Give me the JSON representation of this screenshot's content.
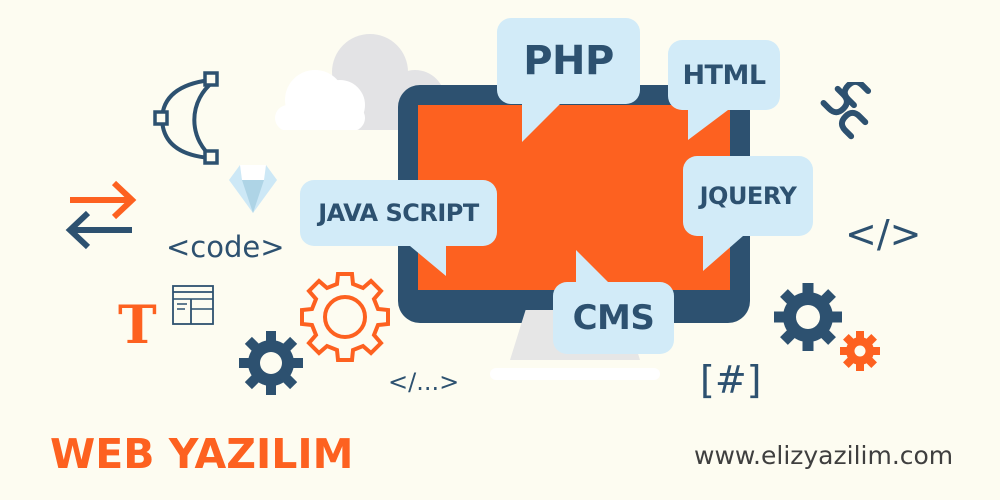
{
  "banner": {
    "title": "WEB YAZILIM",
    "website": "www.elizyazilim.com",
    "colors": {
      "background": "#fdfcf1",
      "navy": "#2d5170",
      "orange": "#fd6120",
      "bubble": "#d2ebf8",
      "cloud_gray": "#e3e3e5",
      "stand": "#e8e8e8"
    }
  },
  "bubbles": {
    "php": "PHP",
    "html": "HTML",
    "javascript": "JAVA SCRIPT",
    "jquery": "JQUERY",
    "cms": "CMS"
  },
  "decor": {
    "code_tag": "<code>",
    "close_tag": "</>",
    "ellipsis_tag": "</...>",
    "hash_tag": "[#]",
    "t_letter": "T"
  },
  "icons": [
    "bezier-curve-icon",
    "diamond-icon",
    "swap-arrows-icon",
    "layout-icon",
    "gear-icon",
    "chain-link-icon",
    "cloud-icon",
    "monitor-icon"
  ]
}
